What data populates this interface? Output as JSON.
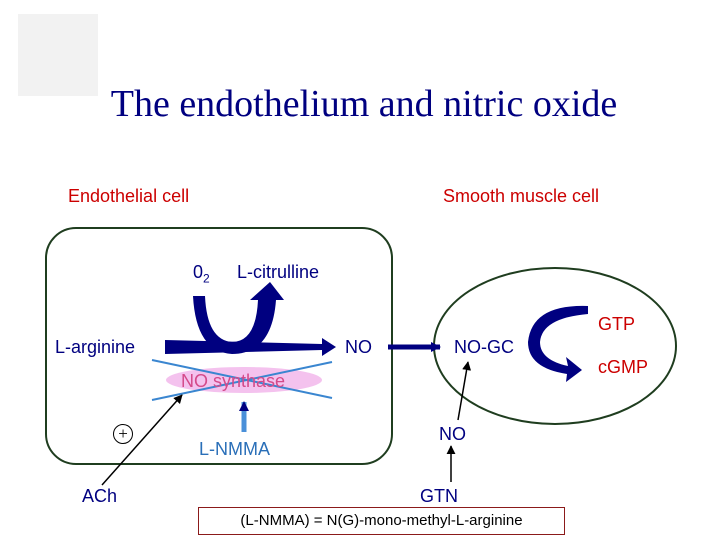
{
  "title": "The endothelium and nitric oxide",
  "labels": {
    "endothelial_cell": "Endothelial cell",
    "smooth_muscle_cell": "Smooth muscle cell",
    "o2_base": "0",
    "o2_sub": "2",
    "l_citrulline": "L-citrulline",
    "l_arginine": "L-arginine",
    "no_endothelium": "NO",
    "no_gc": "NO-GC",
    "no_synthase": "NO synthase",
    "gtp": "GTP",
    "cgmp": "cGMP",
    "plus": "+",
    "l_nmma": "L-NMMA",
    "no_lower": "NO",
    "ach": "ACh",
    "gtn": "GTN"
  },
  "note": "(L-NMMA) = N(G)-mono-methyl-L-arginine",
  "colors": {
    "title": "#000080",
    "cell_label": "#cc0000",
    "navy": "#000080",
    "inhibitor_blue": "#2a6fb8",
    "synthase_pink": "#d44a8a",
    "synthase_highlight": "#f4c2ee",
    "cell_border": "#1f3d1f"
  }
}
